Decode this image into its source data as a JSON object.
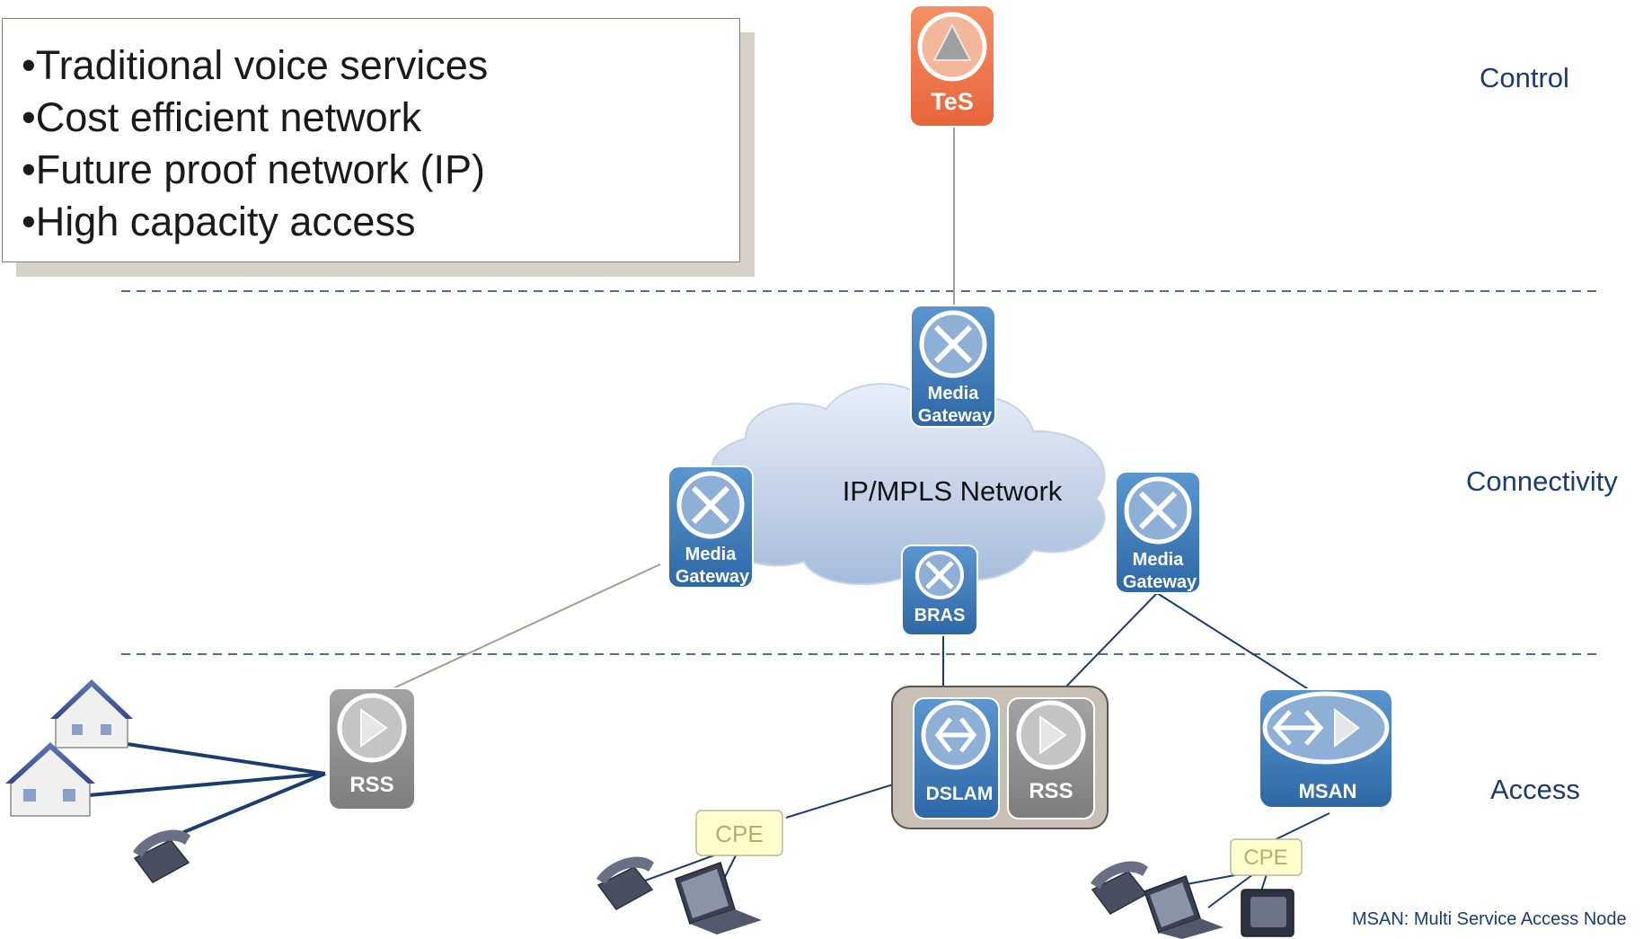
{
  "bullets": [
    "•Traditional voice services",
    "•Cost efficient network",
    "•Future proof network (IP)",
    "•High capacity access"
  ],
  "layers": {
    "control": "Control",
    "connectivity": "Connectivity",
    "access": "Access"
  },
  "nodes": {
    "tes": "TeS",
    "mg_top_line1": "Media",
    "mg_top_line2": "Gateway",
    "mg_left_line1": "Media",
    "mg_left_line2": "Gateway",
    "mg_right_line1": "Media",
    "mg_right_line2": "Gateway",
    "bras": "BRAS",
    "rss_left": "RSS",
    "dslam": "DSLAM",
    "rss_mid": "RSS",
    "msan": "MSAN",
    "cpe_mid": "CPE",
    "cpe_right": "CPE"
  },
  "cloud_label": "IP/MPLS Network",
  "footnote": "MSAN: Multi Service Access Node",
  "colors": {
    "node_blue": "#3a78b8",
    "node_gray": "#8c8c8c",
    "tes_orange": "#f07a4a",
    "cpe_fill": "#ffffcc",
    "label_navy": "#1a3c6e"
  }
}
